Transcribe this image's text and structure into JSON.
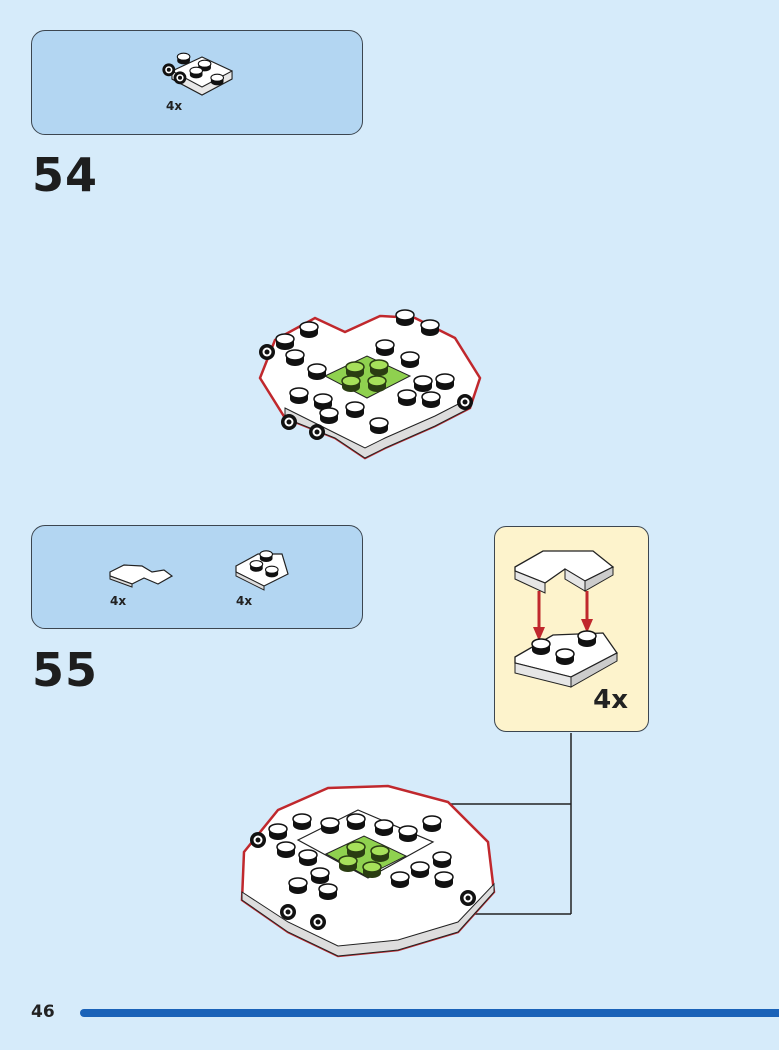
{
  "steps": [
    {
      "number": "54",
      "parts": [
        {
          "name": "white-plate-with-side-studs",
          "qty": "4x"
        }
      ]
    },
    {
      "number": "55",
      "parts": [
        {
          "name": "white-curved-tile",
          "qty": "4x"
        },
        {
          "name": "white-wedge-plate",
          "qty": "4x"
        }
      ],
      "callout": {
        "qty": "4x"
      }
    }
  ],
  "page_number": "46",
  "colors": {
    "background": "#d6ebfa",
    "parts_box": "#b3d6f2",
    "callout": "#fdf3cc",
    "accent_bar": "#1a62b8",
    "outline_red": "#c0282d",
    "green": "#8fd14f"
  }
}
